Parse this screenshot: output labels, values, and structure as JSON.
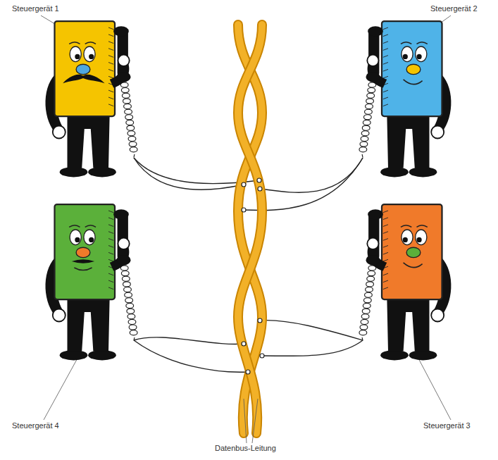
{
  "diagram": {
    "labels": [
      "Steuergerät 1",
      "Steuergerät 2",
      "Steuergerät 4",
      "Steuergerät 3",
      "Datenbus-Leitung"
    ]
  }
}
